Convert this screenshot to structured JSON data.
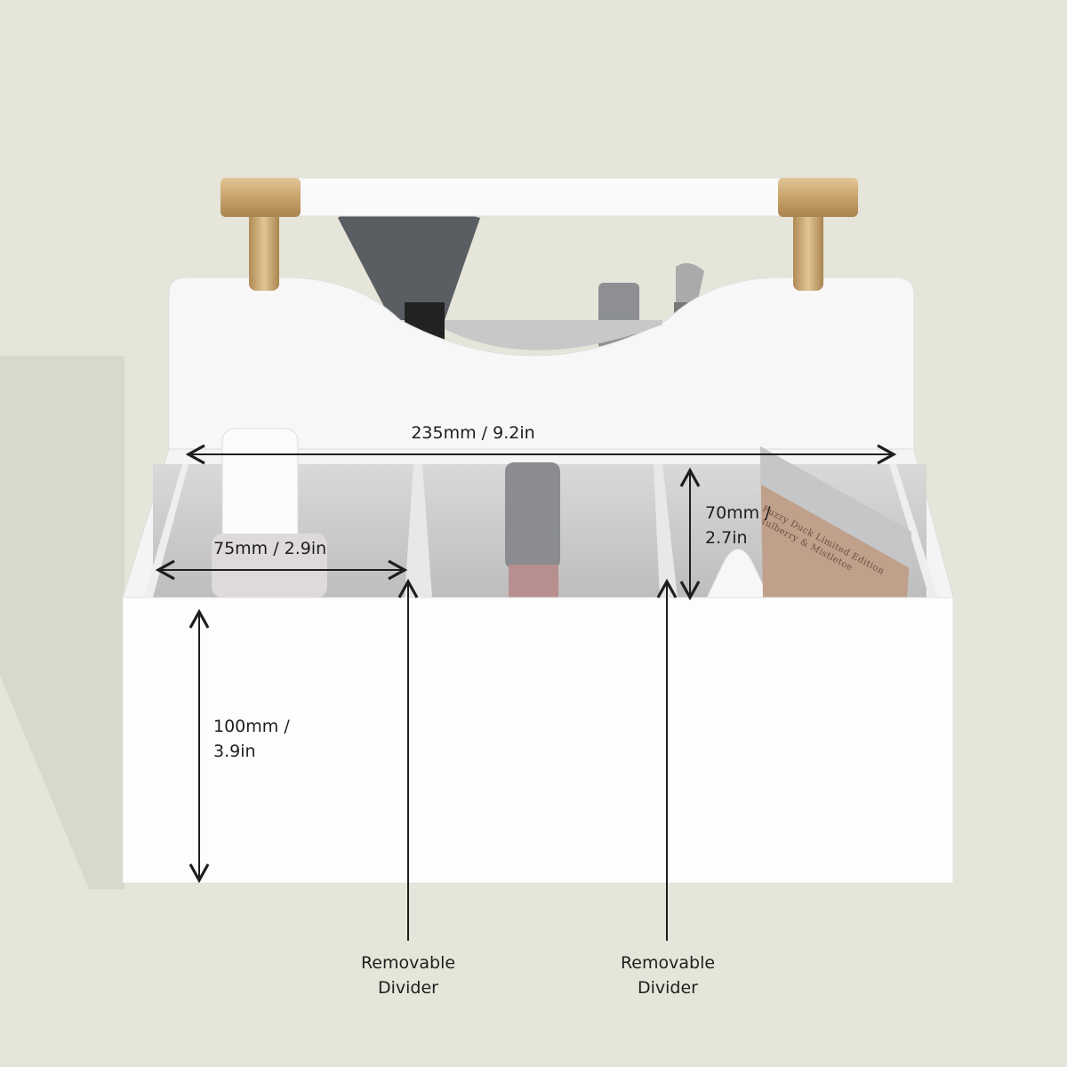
{
  "dimensions": {
    "width": {
      "label": "235mm / 9.2in"
    },
    "compartment_width": {
      "label": "75mm / 2.9in"
    },
    "compartment_depth": {
      "line1": "70mm /",
      "line2": "2.7in"
    },
    "height": {
      "line1": "100mm /",
      "line2": "3.9in"
    }
  },
  "callouts": [
    {
      "line1": "Removable",
      "line2": "Divider"
    },
    {
      "line1": "Removable",
      "line2": "Divider"
    }
  ],
  "product_label": "Fuzzy Duck Limited Edition Mulberry & Mistletoe",
  "colors": {
    "background": "#e5e5d9",
    "box": "#ffffff",
    "tray": "#c9c9c9",
    "brass": "#c9a36c",
    "annotation": "#1e1e1e"
  }
}
